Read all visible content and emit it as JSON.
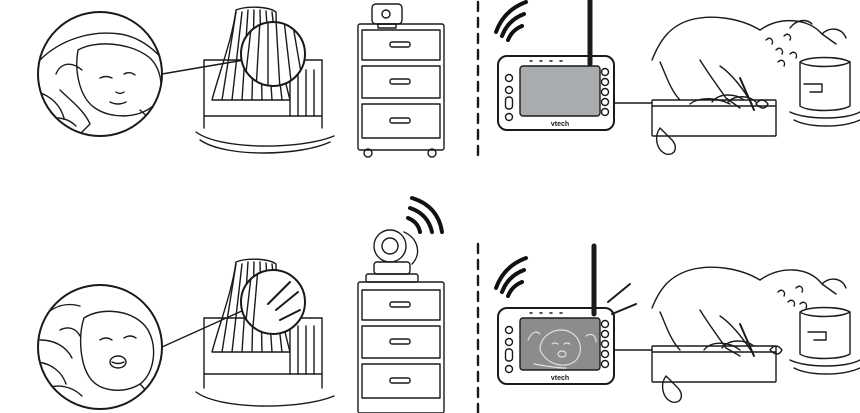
{
  "brand": {
    "logo_text": "vtech"
  },
  "panels": [
    {
      "id": "top",
      "baby_state": "sleeping",
      "monitor_screen": "off"
    },
    {
      "id": "bottom",
      "baby_state": "crying",
      "monitor_screen": "on"
    }
  ],
  "colors": {
    "line": "#1a1a1a",
    "screen_off": "#a9acae",
    "screen_on": "#8a8c8e",
    "signal": "#111111"
  }
}
